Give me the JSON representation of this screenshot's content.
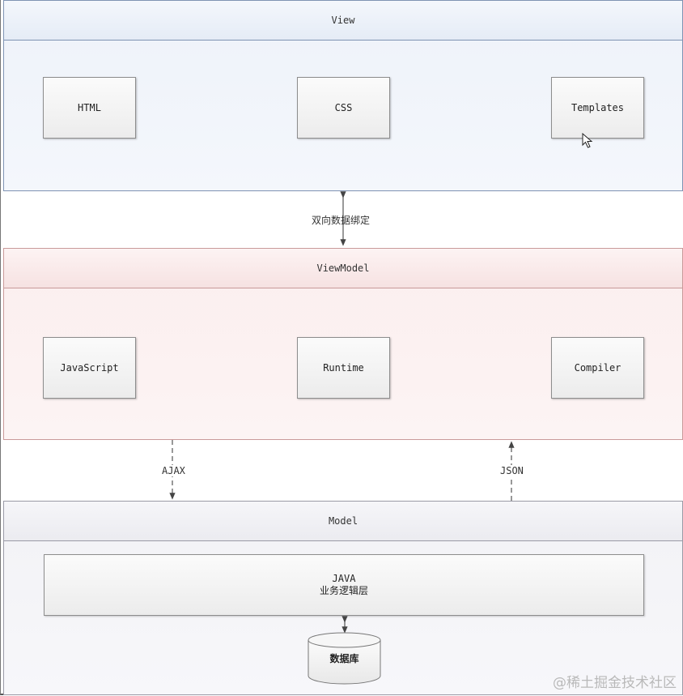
{
  "view": {
    "title": "View",
    "boxes": [
      "HTML",
      "CSS",
      "Templates"
    ]
  },
  "binding_label": "双向数据绑定",
  "viewmodel": {
    "title": "ViewModel",
    "boxes": [
      "JavaScript",
      "Runtime",
      "Compiler"
    ]
  },
  "ajax_label": "AJAX",
  "json_label": "JSON",
  "model": {
    "title": "Model",
    "business_line1": "JAVA",
    "business_line2": "业务逻辑层",
    "database": "数据库"
  },
  "watermark": "@稀土掘金技术社区"
}
